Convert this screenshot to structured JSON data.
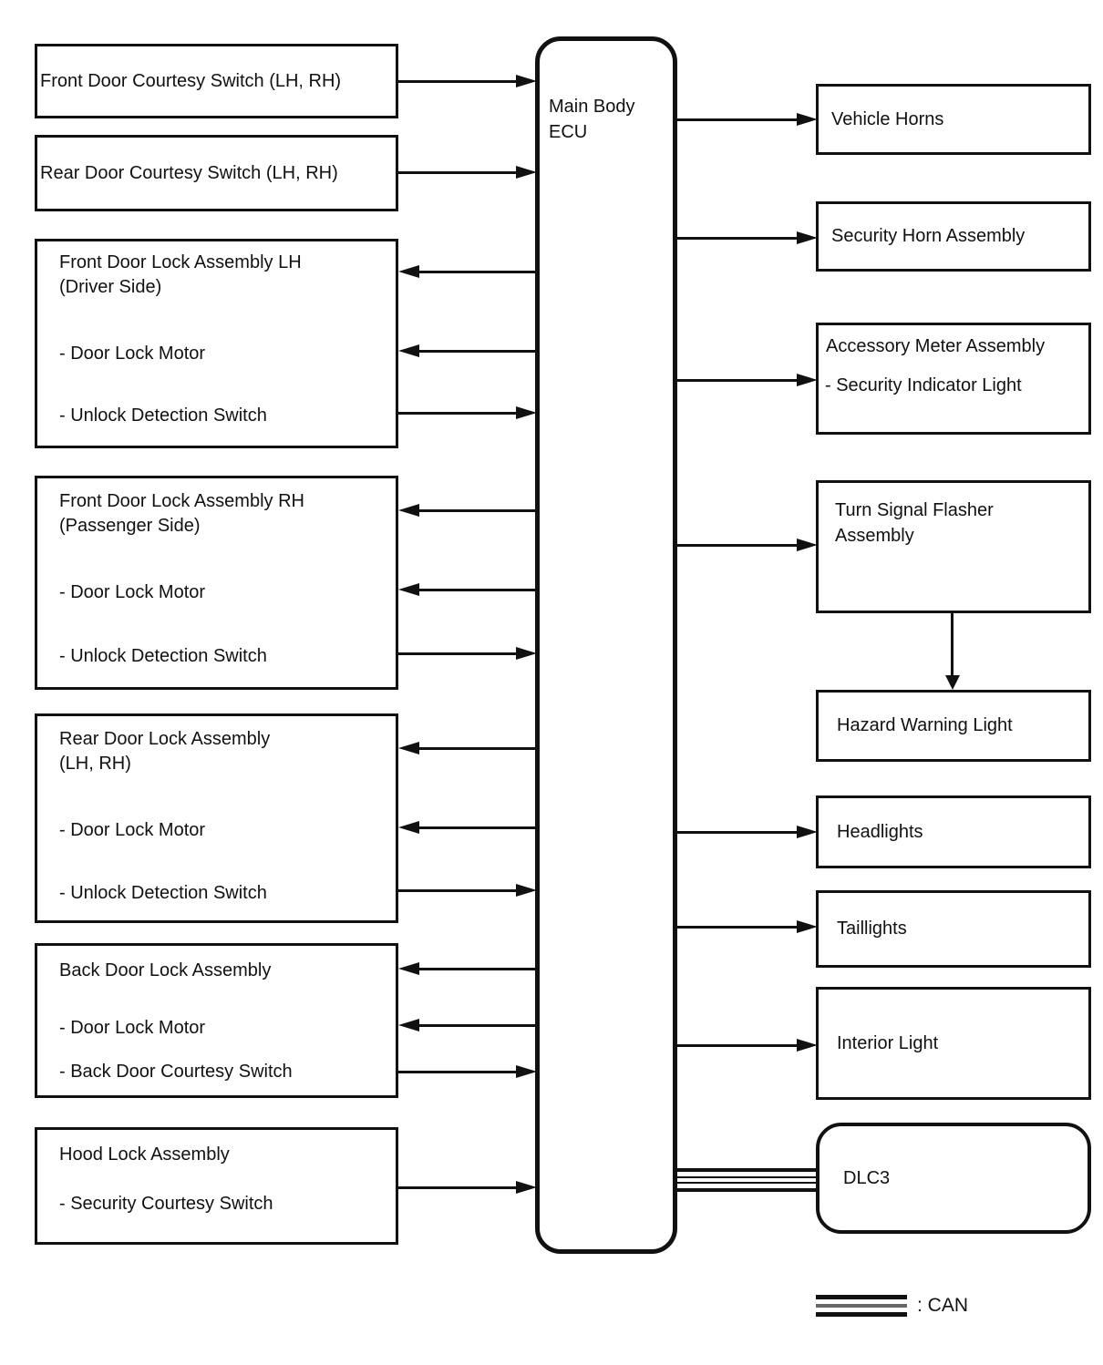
{
  "colors": {
    "line": "#111111",
    "background": "#ffffff",
    "legend_middle_line": "#666666"
  },
  "ecu": {
    "label": "Main Body ECU"
  },
  "left_column": [
    {
      "title_lines": [
        "Front Door Courtesy Switch (LH, RH)"
      ],
      "items": []
    },
    {
      "title_lines": [
        "Rear Door Courtesy Switch (LH, RH)"
      ],
      "items": []
    },
    {
      "title_lines": [
        "Front Door Lock Assembly LH",
        "(Driver Side)"
      ],
      "items": [
        "- Door Lock Motor",
        "- Unlock Detection Switch"
      ]
    },
    {
      "title_lines": [
        "Front Door Lock Assembly RH",
        "(Passenger Side)"
      ],
      "items": [
        "- Door Lock Motor",
        "- Unlock Detection Switch"
      ]
    },
    {
      "title_lines": [
        "Rear Door Lock Assembly",
        "(LH, RH)"
      ],
      "items": [
        "- Door Lock Motor",
        "- Unlock Detection Switch"
      ]
    },
    {
      "title_lines": [
        "Back Door Lock Assembly"
      ],
      "items": [
        "- Door Lock Motor",
        "- Back Door Courtesy Switch"
      ]
    },
    {
      "title_lines": [
        "Hood Lock Assembly"
      ],
      "items": [
        "- Security Courtesy Switch"
      ]
    }
  ],
  "right_column": [
    {
      "title": "Vehicle Horns"
    },
    {
      "title": "Security Horn Assembly"
    },
    {
      "title": "Accessory Meter Assembly",
      "item": "- Security Indicator Light"
    },
    {
      "title_lines": [
        "Turn Signal Flasher",
        "Assembly"
      ]
    },
    {
      "title": "Hazard Warning Light"
    },
    {
      "title": "Headlights"
    },
    {
      "title": "Taillights"
    },
    {
      "title": "Interior Light"
    },
    {
      "title": "DLC3"
    }
  ],
  "legend": {
    "can_label": ": CAN"
  },
  "connections": [
    {
      "from": "Front Door Courtesy Switch (LH, RH)",
      "to": "Main Body ECU",
      "type": "arrow"
    },
    {
      "from": "Rear Door Courtesy Switch (LH, RH)",
      "to": "Main Body ECU",
      "type": "arrow"
    },
    {
      "from": "Main Body ECU",
      "to": "Front Door Lock Assembly LH",
      "type": "arrow"
    },
    {
      "from": "Main Body ECU",
      "to": "Front Door Lock Assembly LH - Door Lock Motor",
      "type": "arrow"
    },
    {
      "from": "Front Door Lock Assembly LH - Unlock Detection Switch",
      "to": "Main Body ECU",
      "type": "arrow"
    },
    {
      "from": "Main Body ECU",
      "to": "Front Door Lock Assembly RH",
      "type": "arrow"
    },
    {
      "from": "Main Body ECU",
      "to": "Front Door Lock Assembly RH - Door Lock Motor",
      "type": "arrow"
    },
    {
      "from": "Front Door Lock Assembly RH - Unlock Detection Switch",
      "to": "Main Body ECU",
      "type": "arrow"
    },
    {
      "from": "Main Body ECU",
      "to": "Rear Door Lock Assembly",
      "type": "arrow"
    },
    {
      "from": "Main Body ECU",
      "to": "Rear Door Lock Assembly - Door Lock Motor",
      "type": "arrow"
    },
    {
      "from": "Rear Door Lock Assembly - Unlock Detection Switch",
      "to": "Main Body ECU",
      "type": "arrow"
    },
    {
      "from": "Main Body ECU",
      "to": "Back Door Lock Assembly",
      "type": "arrow"
    },
    {
      "from": "Main Body ECU",
      "to": "Back Door Lock Assembly - Door Lock Motor",
      "type": "arrow"
    },
    {
      "from": "Back Door Lock Assembly - Back Door Courtesy Switch",
      "to": "Main Body ECU",
      "type": "arrow"
    },
    {
      "from": "Hood Lock Assembly - Security Courtesy Switch",
      "to": "Main Body ECU",
      "type": "arrow"
    },
    {
      "from": "Main Body ECU",
      "to": "Vehicle Horns",
      "type": "arrow"
    },
    {
      "from": "Main Body ECU",
      "to": "Security Horn Assembly",
      "type": "arrow"
    },
    {
      "from": "Main Body ECU",
      "to": "Accessory Meter Assembly",
      "type": "arrow"
    },
    {
      "from": "Main Body ECU",
      "to": "Turn Signal Flasher Assembly",
      "type": "arrow"
    },
    {
      "from": "Turn Signal Flasher Assembly",
      "to": "Hazard Warning Light",
      "type": "arrow"
    },
    {
      "from": "Main Body ECU",
      "to": "Headlights",
      "type": "arrow"
    },
    {
      "from": "Main Body ECU",
      "to": "Taillights",
      "type": "arrow"
    },
    {
      "from": "Main Body ECU",
      "to": "Interior Light",
      "type": "arrow"
    },
    {
      "from": "Main Body ECU",
      "to": "DLC3",
      "type": "can-bus"
    }
  ]
}
